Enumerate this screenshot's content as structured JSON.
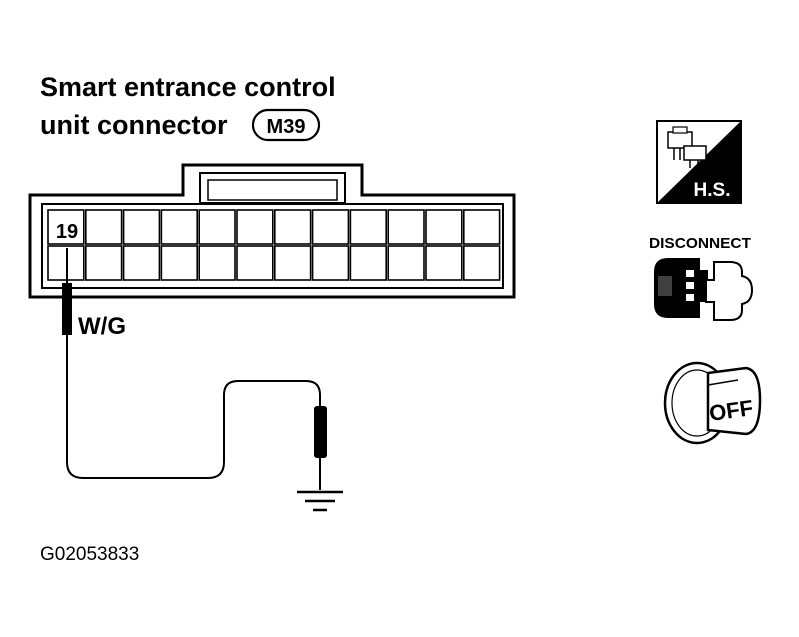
{
  "title": {
    "line1": "Smart entrance control",
    "line2": "unit connector",
    "connector_id": "M39"
  },
  "connector": {
    "terminal_number": "19",
    "wire_color": "W/G",
    "rows": 2,
    "columns": 12
  },
  "icons": {
    "harness_badge": "H.S.",
    "disconnect_label": "DISCONNECT",
    "ignition_label": "OFF"
  },
  "figure_code": "G02053833"
}
